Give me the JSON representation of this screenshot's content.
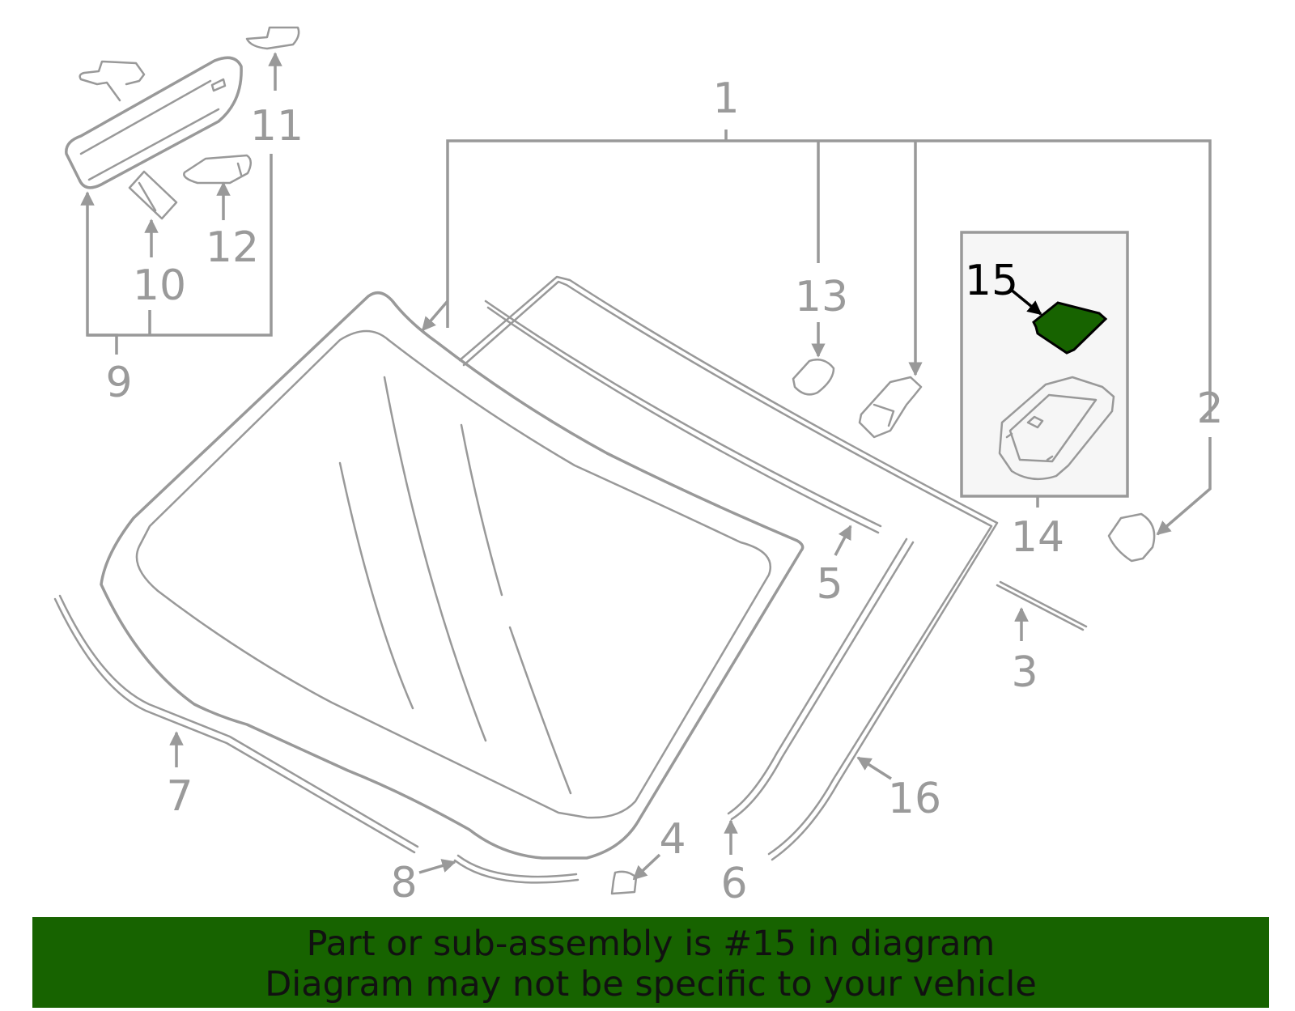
{
  "diagram": {
    "highlight_color": "#176300",
    "line_color": "#999999",
    "highlighted_part": "15",
    "callouts": {
      "c1": "1",
      "c2": "2",
      "c3": "3",
      "c4": "4",
      "c5": "5",
      "c6": "6",
      "c7": "7",
      "c8": "8",
      "c9": "9",
      "c10": "10",
      "c11": "11",
      "c12": "12",
      "c13": "13",
      "c14": "14",
      "c15": "15",
      "c16": "16"
    }
  },
  "banner": {
    "line1": "Part or sub-assembly is #15 in diagram",
    "line2": "Diagram may not be specific to your vehicle",
    "background": "#176300"
  }
}
